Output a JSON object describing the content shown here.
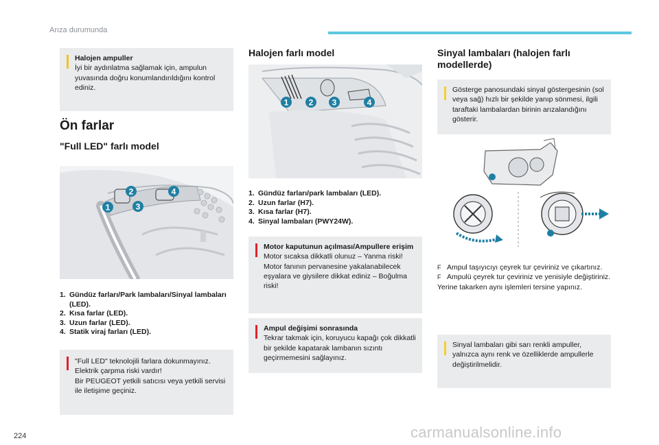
{
  "header": {
    "section": "Arıza durumunda",
    "page_number": "224",
    "watermark": "carmanualsonline.info"
  },
  "colors": {
    "accent": "#5bc8e0",
    "callout": "#1f7fa3",
    "info_marker": "#f0c31a",
    "warning_marker": "#e0202a",
    "box_bg": "#eaebed"
  },
  "col1": {
    "halogen_note": {
      "title": "Halojen ampuller",
      "text": "İyi bir aydınlatma sağlamak için, ampulun yuvasında doğru konumlandırıldığını kontrol ediniz."
    },
    "section_title": "Ön farlar",
    "subsection_title": "\"Full LED\" farlı model",
    "figure": {
      "icon": "headlamp-led-illustration",
      "callouts": [
        "1",
        "2",
        "3",
        "4"
      ]
    },
    "list": [
      {
        "num": "1.",
        "text": "Gündüz farları/Park lambaları/Sinyal lambaları (LED)."
      },
      {
        "num": "2.",
        "text": "Kısa farlar (LED)."
      },
      {
        "num": "3.",
        "text": "Uzun farlar (LED)."
      },
      {
        "num": "4.",
        "text": "Statik viraj farları (LED)."
      }
    ],
    "warning": {
      "lines": [
        "\"Full LED\" teknolojili farlara dokunmayınız.",
        "Elektrik çarpma riski vardır!",
        "Bir PEUGEOT yetkili satıcısı veya yetkili servisi ile iletişime geçiniz."
      ]
    }
  },
  "col2": {
    "title": "Halojen farlı model",
    "figure": {
      "icon": "headlamp-halogen-illustration",
      "callouts": [
        "1",
        "2",
        "3",
        "4"
      ]
    },
    "list": [
      {
        "num": "1.",
        "text": "Gündüz farları/park lambaları (LED)."
      },
      {
        "num": "2.",
        "text": "Uzun farlar (H7)."
      },
      {
        "num": "3.",
        "text": "Kısa farlar (H7)."
      },
      {
        "num": "4.",
        "text": "Sinyal lambaları (PWY24W)."
      }
    ],
    "warning1": {
      "title": "Motor kaputunun açılması/Ampullere erişim",
      "text": "Motor sıcaksa dikkatli olunuz – Yanma riski! Motor fanının pervanesine yakalanabilecek eşyalara ve giysilere dikkat ediniz – Boğulma riski!"
    },
    "warning2": {
      "title": "Ampul değişimi sonrasında",
      "text": "Tekrar takmak için, koruyucu kapağı çok dikkatli bir şekilde kapatarak lambanın sızıntı geçirmemesini sağlayınız."
    }
  },
  "col3": {
    "title_line1": "Sinyal lambaları (halojen farlı",
    "title_line2": "modellerde)",
    "note": "Gösterge panosundaki sinyal göstergesinin (sol veya sağ) hızlı bir şekilde yanıp sönmesi, ilgili taraftaki lambalardan birinin arızalandığını gösterir.",
    "figure": {
      "icon": "bulb-holder-rotation-illustration"
    },
    "steps": [
      {
        "bullet": "F",
        "text": "Ampul taşıyıcıyı çeyrek tur çeviriniz ve çıkartınız."
      },
      {
        "bullet": "F",
        "text": "Ampulü çeyrek tur çeviriniz ve yenisiyle değiştiriniz."
      }
    ],
    "reinstall": "Yerine takarken aynı işlemleri tersine yapınız.",
    "note2": "Sinyal lambaları gibi sarı renkli ampuller, yalnızca aynı renk ve özelliklerde ampullerle değiştirilmelidir."
  }
}
